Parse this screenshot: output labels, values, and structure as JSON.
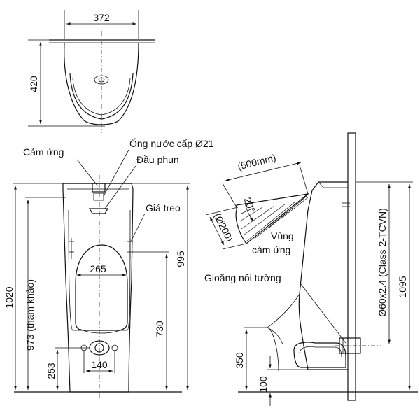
{
  "labels": {
    "cam_ung": "Cảm ứng",
    "ong_nuoc": "Ống nước cấp Ø21",
    "dau_phun": "Đầu phun",
    "gia_treo": "Giá treo",
    "vung": "Vùng",
    "cam_ung_zone": "cảm ứng",
    "gioang": "Gioăng nối tường"
  },
  "dimensions": {
    "top_width": "372",
    "top_depth": "420",
    "height_total": "1020",
    "height_ref": "973 (tham khảo)",
    "front_width": "265",
    "h995": "995",
    "h730": "730",
    "h253": "253",
    "w140": "140",
    "range": "(500mm)",
    "angle": "20°",
    "diameter": "(Ø200)",
    "pipe": "Ø60x2.4 (Class 2-TCVN)",
    "h1095": "1095",
    "h350": "350",
    "h100": "100"
  }
}
